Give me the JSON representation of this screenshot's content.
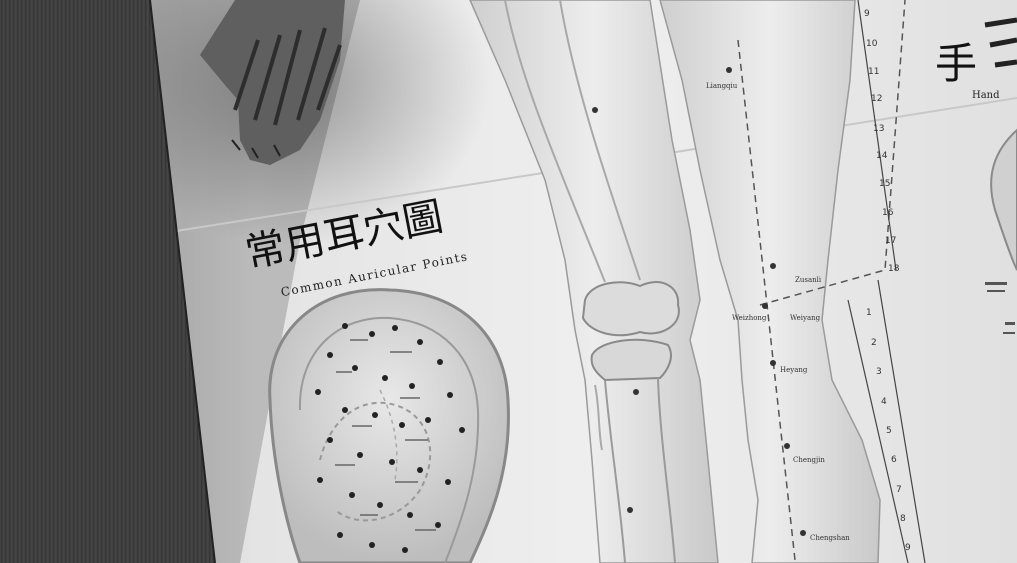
{
  "photo": {
    "subject": "acupuncture-chart-poster",
    "tone": "grayscale",
    "ear_chart": {
      "title_cn": "常用耳穴圖",
      "title_en": "Common Auricular Points"
    },
    "hand_chart": {
      "title_cn": "手",
      "title_en": "Hand"
    },
    "leg_labels": [
      "Liangqiu",
      "Zusanli",
      "Weizhong",
      "Weiyang",
      "Heyang",
      "Chengjin",
      "Chengshan"
    ],
    "ruler_upper": [
      "9",
      "10",
      "11",
      "12",
      "13",
      "14",
      "15",
      "16",
      "17",
      "18"
    ],
    "ruler_lower": [
      "1",
      "2",
      "3",
      "4",
      "5",
      "6",
      "7",
      "8",
      "9"
    ]
  }
}
